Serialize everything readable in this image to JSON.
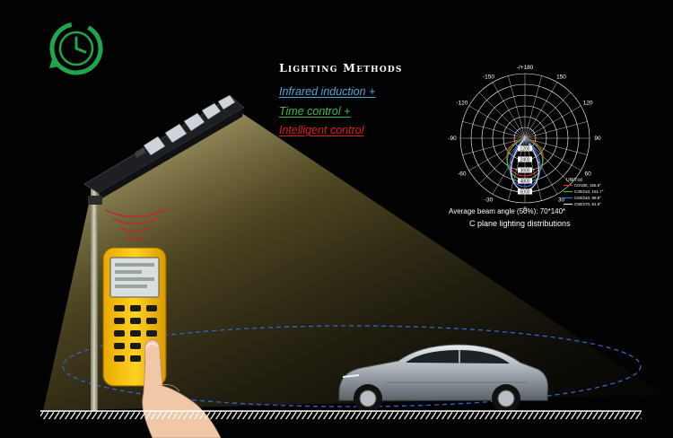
{
  "headline": "Lighting Methods",
  "methods": [
    {
      "label": "Infrared induction +",
      "color": "#4aa7d8"
    },
    {
      "label": "Time control +",
      "color": "#3dba4c"
    },
    {
      "label": "Intelligent control",
      "color": "#e21b1b"
    }
  ],
  "chart_data": {
    "type": "polar",
    "angle_labels": [
      "-/+180",
      "150",
      "120",
      "90",
      "60",
      "30",
      "0",
      "-30",
      "-60",
      "-90",
      "-120",
      "-150"
    ],
    "radial_labels": [
      "1200",
      "2400",
      "3600",
      "4800",
      "6000"
    ],
    "unit": "UNIT:cd",
    "legend": [
      {
        "name": "C0/180, 155.5°",
        "color": "#e03030"
      },
      {
        "name": "C30/210, 151.7°",
        "color": "#3ac03a"
      },
      {
        "name": "C60/240, 98.9°",
        "color": "#3a6bff"
      },
      {
        "name": "C90/270, 81.9°",
        "color": "#e0e0e0"
      }
    ]
  },
  "beam_angle": "Average beam angle (50%): 70*140*",
  "distribution_caption": "C plane lighting distributions",
  "icon": "clock-icon",
  "accent": "#1fa64a",
  "light_color": "#f5e59a"
}
